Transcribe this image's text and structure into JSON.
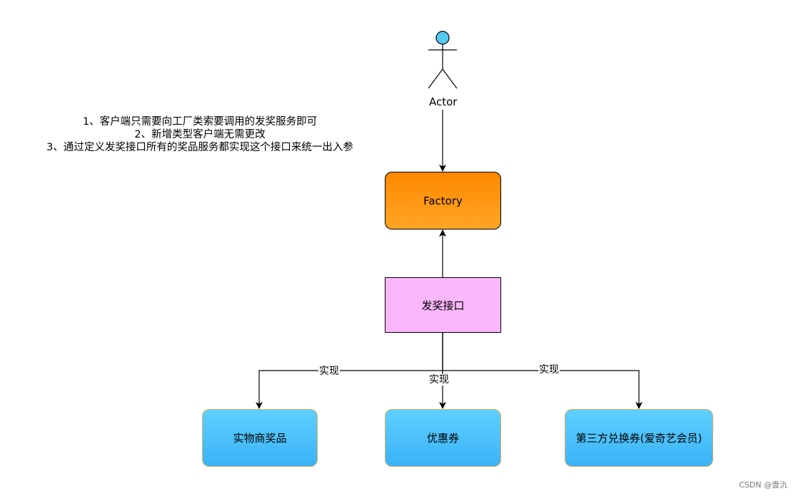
{
  "notes": [
    "1、客户端只需要向工厂类索要调用的发奖服务即可",
    "2、新增类型客户端无需更改",
    "3、通过定义发奖接口所有的奖品服务都实现这个接口来统一出入参"
  ],
  "actor": {
    "label": "Actor",
    "icon": "stick-figure-actor-icon",
    "head_color": "#55c8f0"
  },
  "factory": {
    "label": "Factory",
    "color": "#ff9100"
  },
  "interface": {
    "label": "发奖接口",
    "color": "#fbb7fb"
  },
  "implementations": [
    {
      "label": "实物商奖品",
      "edge_label": "实现"
    },
    {
      "label": "优惠券",
      "edge_label": "实现"
    },
    {
      "label": "第三方兑换券(爱奇艺会员)",
      "edge_label": "实现"
    }
  ],
  "leaf_color": "#4cc3fb",
  "watermark": "CSDN @壹氿"
}
